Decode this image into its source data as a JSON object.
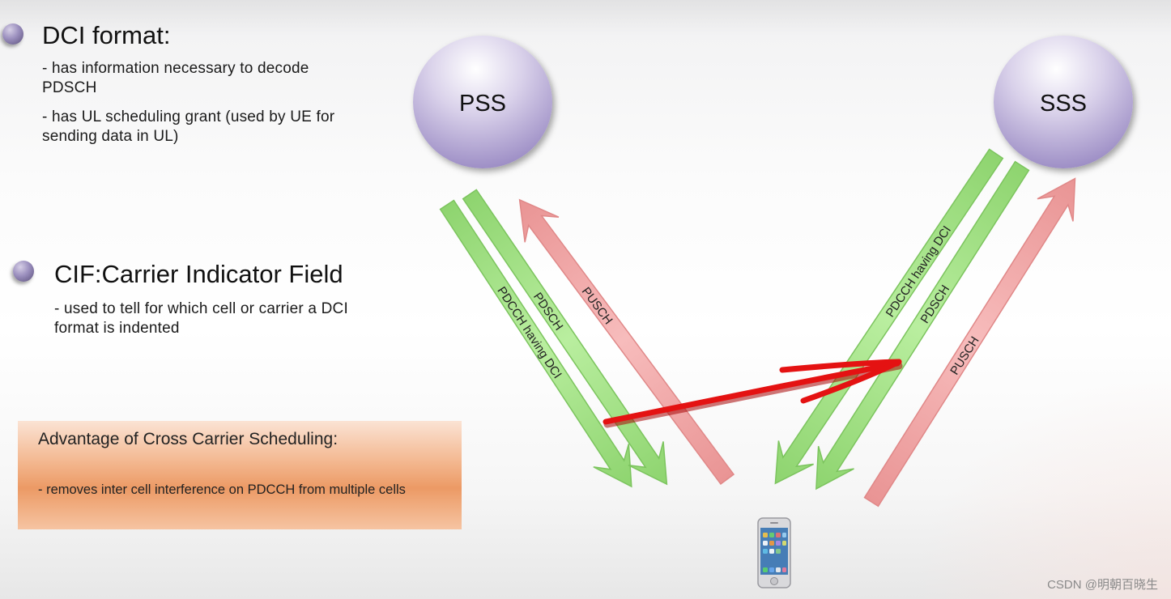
{
  "dci": {
    "heading": "DCI format:",
    "line1": "- has information necessary to decode PDSCH",
    "line2": "- has UL scheduling grant (used by UE for sending data in UL)"
  },
  "cif": {
    "heading": "CIF:Carrier Indicator Field",
    "line1": "- used to tell for which cell or carrier a DCI format is indented"
  },
  "advantage": {
    "title": "Advantage of Cross Carrier Scheduling:",
    "text": "- removes inter cell interference on PDCCH from multiple cells"
  },
  "diagram": {
    "pss": "PSS",
    "sss": "SSS",
    "left_arrows": {
      "pdcch": "PDCCH having DCI",
      "pdsch": "PDSCH",
      "pusch": "PUSCH"
    },
    "right_arrows": {
      "pdcch": "PDCCH having DCI",
      "pdsch": "PDSCH",
      "pusch": "PUSCH"
    }
  },
  "colors": {
    "downlink_arrow": "#a6e28a",
    "uplink_arrow": "#f0a7a7",
    "cross_carrier_arrow": "#e01010",
    "advantage_box": "#ef9f6a",
    "node_circle": "#b4a6d6"
  },
  "icons": [
    "bullet-icon",
    "phone-icon"
  ],
  "watermark": "CSDN @明朝百晓生"
}
